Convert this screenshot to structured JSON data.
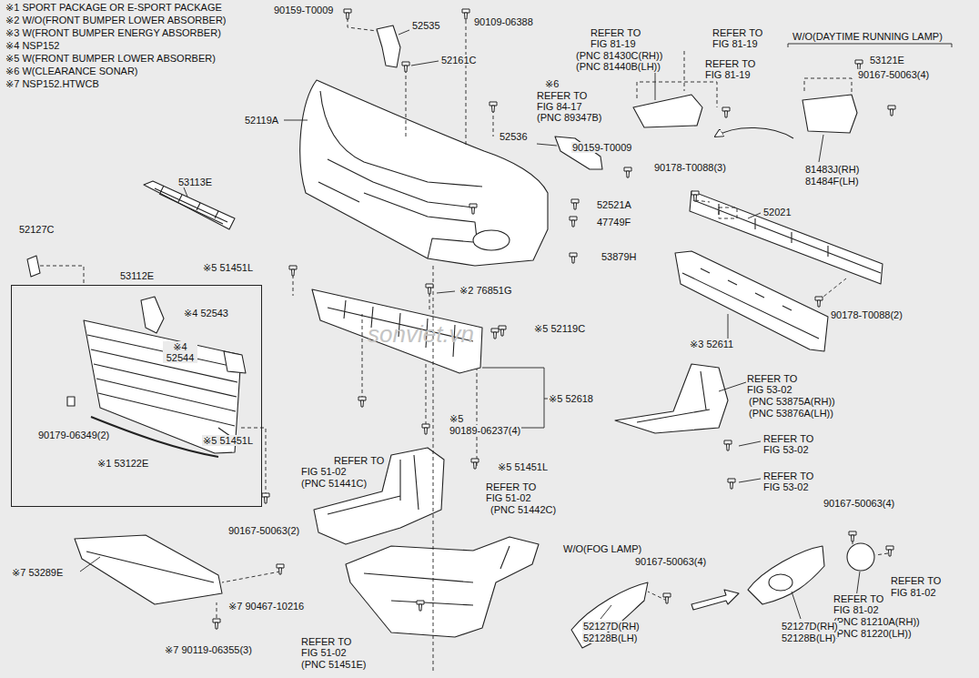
{
  "diagram": {
    "nodes": [
      {
        "text": [
          "53112E",
          "※4 52543",
          "※4 52544",
          "90179-06349(2)",
          "※1 53122E"
        ]
      }
    ],
    "labels": [
      "※1 SPORT PACKAGE OR E-SPORT PACKAGE",
      "※2 W/O(FRONT BUMPER LOWER ABSORBER)",
      "※3 W(FRONT BUMPER ENERGY ABSORBER)",
      "※4 NSP152",
      "※5 W(FRONT BUMPER LOWER ABSORBER)",
      "※6 W(CLEARANCE SONAR)",
      "※7 NSP152.HTWCB",
      "90159-T0009",
      "52535",
      "90109-06388",
      "52161C",
      "52119A",
      "※6",
      "REFER TO",
      "FIG 84-17",
      "(PNC 89347B)",
      "52536",
      "90159-T0009",
      "REFER TO",
      "FIG 81-19",
      "(PNC 81430C(RH))",
      "(PNC 81440B(LH))",
      "REFER TO",
      "FIG 81-19",
      "REFER TO",
      "FIG 81-19",
      "W/O(DAYTIME RUNNING LAMP)",
      "53121E",
      "90167-50063(4)",
      "81483J(RH)",
      "81484F(LH)",
      "90178-T0088(3)",
      "52021",
      "52521A",
      "47749F",
      "53879H",
      "90178-T0088(2)",
      "※3 52611",
      "53113E",
      "52127C",
      "※5 51451L",
      "※2 76851G",
      "※5 52119C",
      "※5 52618",
      "※5",
      "90189-06237(4)",
      "※5 51451L",
      "※5 51451L",
      "REFER TO",
      "FIG 51-02",
      "(PNC 51441C)",
      "REFER TO",
      "FIG 51-02",
      "(PNC 51442C)",
      "90167-50063(2)",
      "※7 53289E",
      "※7 90467-10216",
      "※7 90119-06355(3)",
      "REFER TO",
      "FIG 51-02",
      "(PNC 51451E)",
      "REFER TO",
      "FIG 53-02",
      "(PNC 53875A(RH))",
      "(PNC 53876A(LH))",
      "REFER TO",
      "FIG 53-02",
      "REFER TO",
      "FIG 53-02",
      "90167-50063(4)",
      "W/O(FOG LAMP)",
      "90167-50063(4)",
      "REFER TO",
      "FIG 81-02",
      "REFER TO",
      "FIG 81-02",
      "(PNC 81210A(RH))",
      "(PNC 81220(LH))",
      "52127D(RH)",
      "52128B(LH)",
      "52127D(RH)",
      "52128B(LH)",
      "sonviet.vn"
    ]
  }
}
